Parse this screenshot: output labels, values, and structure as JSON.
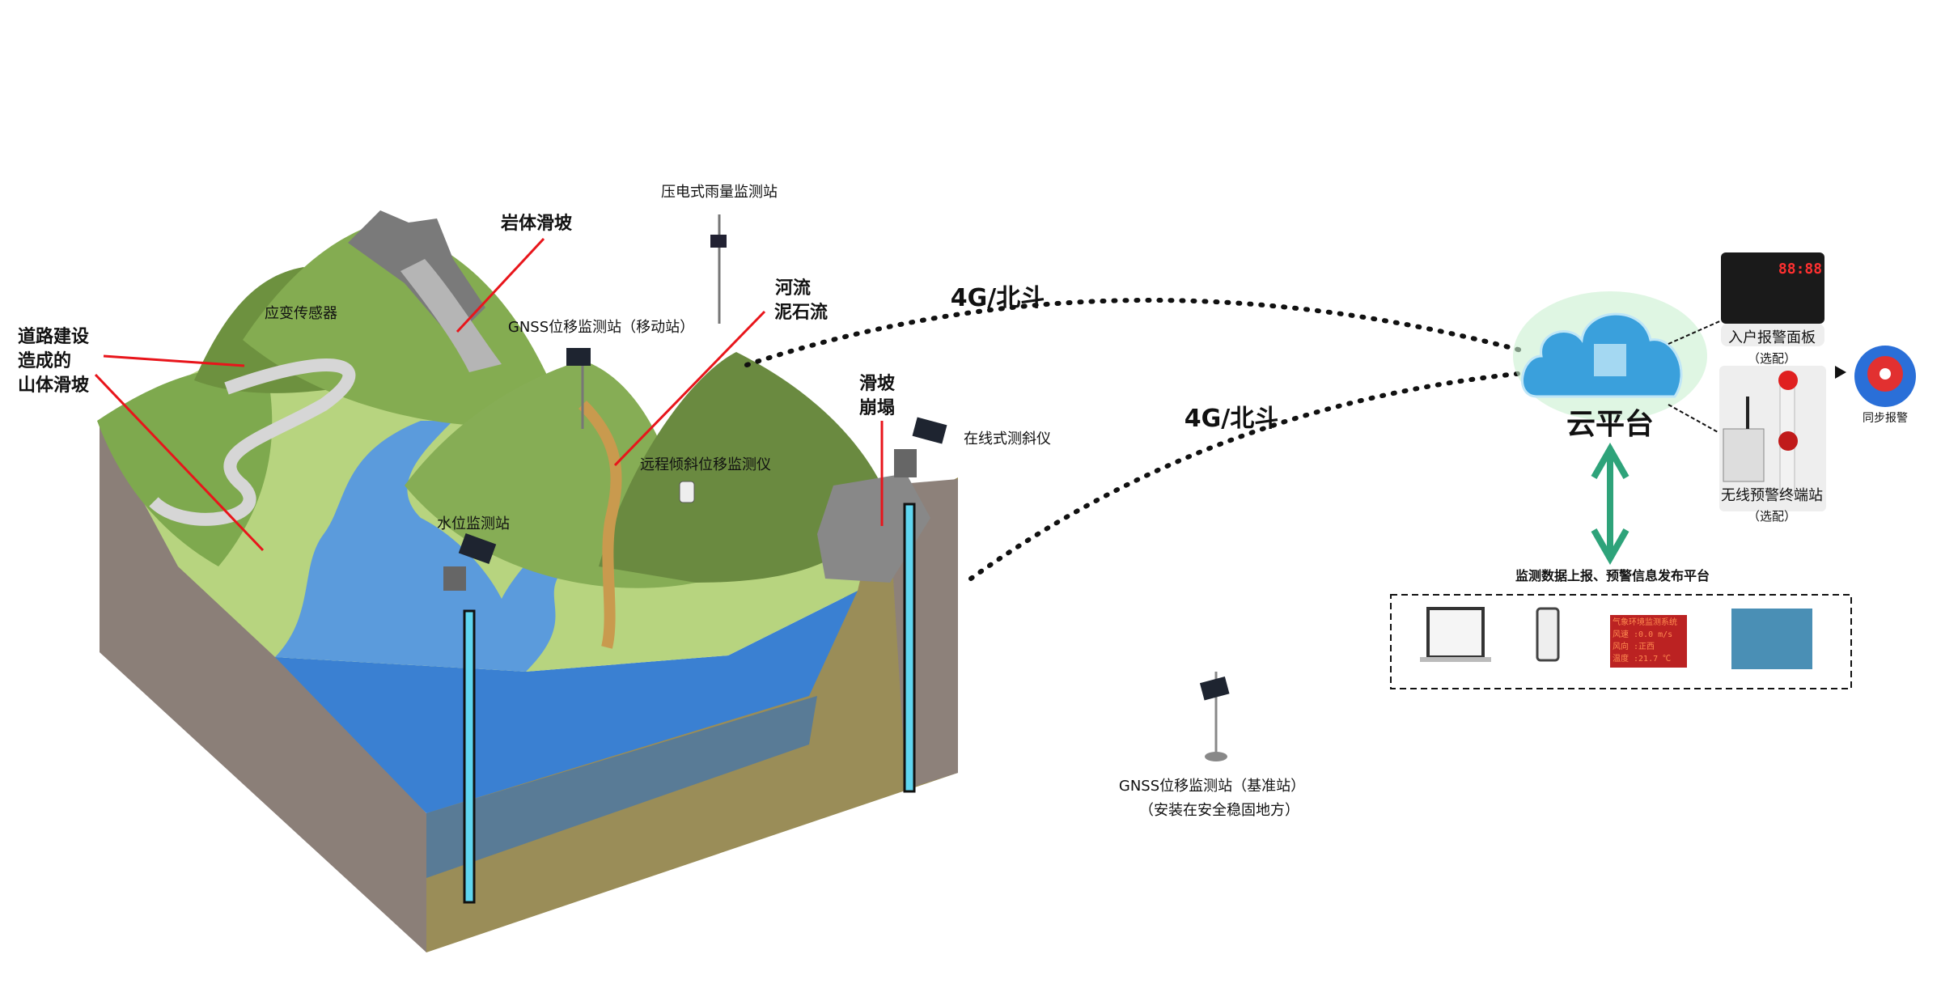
{
  "landscape": {
    "rain_station": "压电式雨量监测站",
    "rock_slide": "岩体滑坡",
    "debris_flow": [
      "河流",
      "泥石流"
    ],
    "strain_sensor": "应变传感器",
    "road_slide": [
      "道路建设",
      "造成的",
      "山体滑坡"
    ],
    "gnss_mobile": "GNSS位移监测站（移动站）",
    "collapse": [
      "滑坡",
      "崩塌"
    ],
    "inclinometer": "在线式测斜仪",
    "tilt_monitor": "远程倾斜位移监测仪",
    "water_station": "水位监测站"
  },
  "links": {
    "upper": "4G/北斗",
    "lower": "4G/北斗"
  },
  "base_station": {
    "title": "GNSS位移监测站（基准站）",
    "note": "（安装在安全稳固地方）"
  },
  "cloud": {
    "label": "云平台"
  },
  "alarm_panel": {
    "label": "入户报警面板",
    "note": "（选配）",
    "clock": "88:88"
  },
  "wireless_terminal": {
    "label": "无线预警终端站",
    "note": "（选配）"
  },
  "sync_alarm": {
    "label": "同步报警"
  },
  "platform": {
    "label": "监测数据上报、预警信息发布平台",
    "led_lines": [
      "气象环境监测系统",
      "风速 :0.0  m/s",
      "风向 :正西",
      "温度 :21.7 ℃"
    ]
  },
  "colors": {
    "arrow": "#2ea37a",
    "callout": "#e8151b",
    "pipe": "#5fd6f0",
    "water": "#3a80d2"
  }
}
